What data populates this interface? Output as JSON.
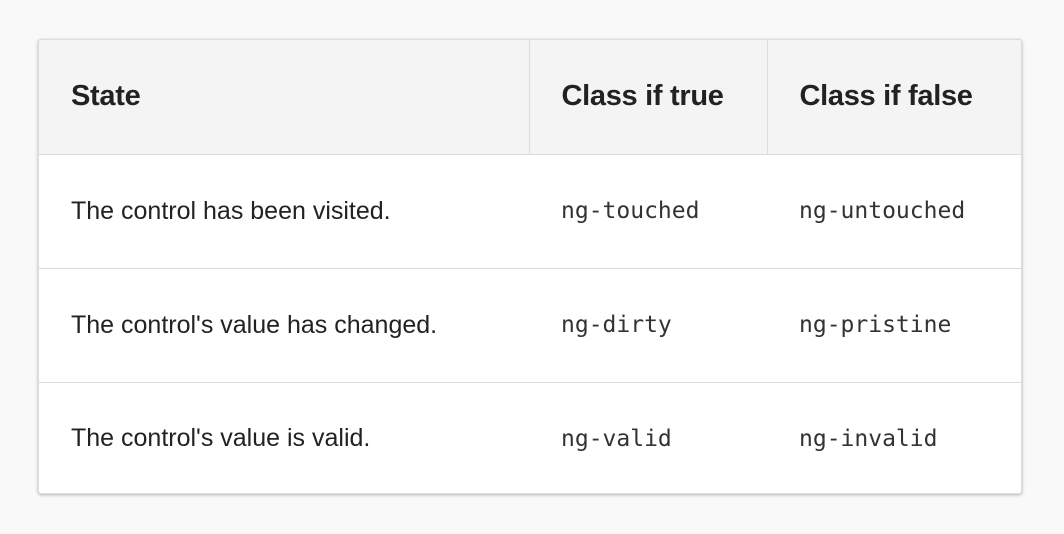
{
  "table": {
    "headers": [
      "State",
      "Class if true",
      "Class if false"
    ],
    "rows": [
      {
        "state": "The control has been visited.",
        "class_true": "ng-touched",
        "class_false": "ng-untouched"
      },
      {
        "state": "The control's value has changed.",
        "class_true": "ng-dirty",
        "class_false": "ng-pristine"
      },
      {
        "state": "The control's value is valid.",
        "class_true": "ng-valid",
        "class_false": "ng-invalid"
      }
    ]
  }
}
